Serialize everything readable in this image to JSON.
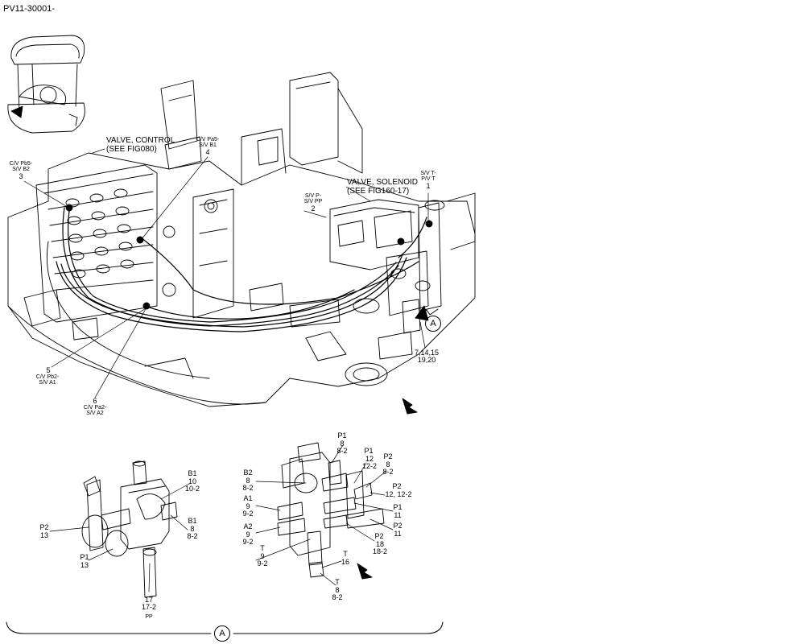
{
  "header": {
    "code": "PV11-30001-"
  },
  "main_view": {
    "valve_control": {
      "name": "VALVE, CONTROL",
      "ref": "(SEE FIG080)"
    },
    "valve_solenoid": {
      "name": "VALVE, SOLENOID",
      "ref": "(SEE FIG160-17)"
    },
    "callouts": [
      {
        "port": "C/V Pa5-\nS/V B1",
        "num": "4"
      },
      {
        "port": "C/V Pb5-\nS/V B2",
        "num": "3"
      },
      {
        "port": "S/V P-\nS/V PP",
        "num": "2"
      },
      {
        "port": "S/V T-\nP/V T",
        "num": "1"
      },
      {
        "port": "C/V Pb2-\nS/V A1",
        "num": "5"
      },
      {
        "port": "C/V Pa2-\nS/V A2",
        "num": "6"
      },
      {
        "port": "",
        "num": "7,14,15\n19,20"
      }
    ],
    "view_marker": "A"
  },
  "detail_left": {
    "labels": [
      {
        "port": "B1",
        "parts": "10\n10-2"
      },
      {
        "port": "B1",
        "parts": "8\n8-2"
      },
      {
        "port": "P2",
        "parts": "13"
      },
      {
        "port": "P1",
        "parts": "13"
      },
      {
        "port": "PP",
        "parts": "17\n17-2"
      }
    ]
  },
  "detail_right": {
    "labels": [
      {
        "port": "P1",
        "parts": "8\n8-2"
      },
      {
        "port": "P1",
        "parts": "12\n12-2"
      },
      {
        "port": "P2",
        "parts": "8\n8-2"
      },
      {
        "port": "P2",
        "parts": "12, 12-2"
      },
      {
        "port": "P1",
        "parts": "11"
      },
      {
        "port": "P2",
        "parts": "11"
      },
      {
        "port": "P2",
        "parts": "18\n18-2"
      },
      {
        "port": "B2",
        "parts": "8\n8-2"
      },
      {
        "port": "A1",
        "parts": "9\n9-2"
      },
      {
        "port": "A2",
        "parts": "9\n9-2"
      },
      {
        "port": "T",
        "parts": "9\n9-2"
      },
      {
        "port": "T",
        "parts": "16"
      },
      {
        "port": "T",
        "parts": "8\n8-2"
      }
    ]
  },
  "footer": {
    "view_label": "A"
  }
}
